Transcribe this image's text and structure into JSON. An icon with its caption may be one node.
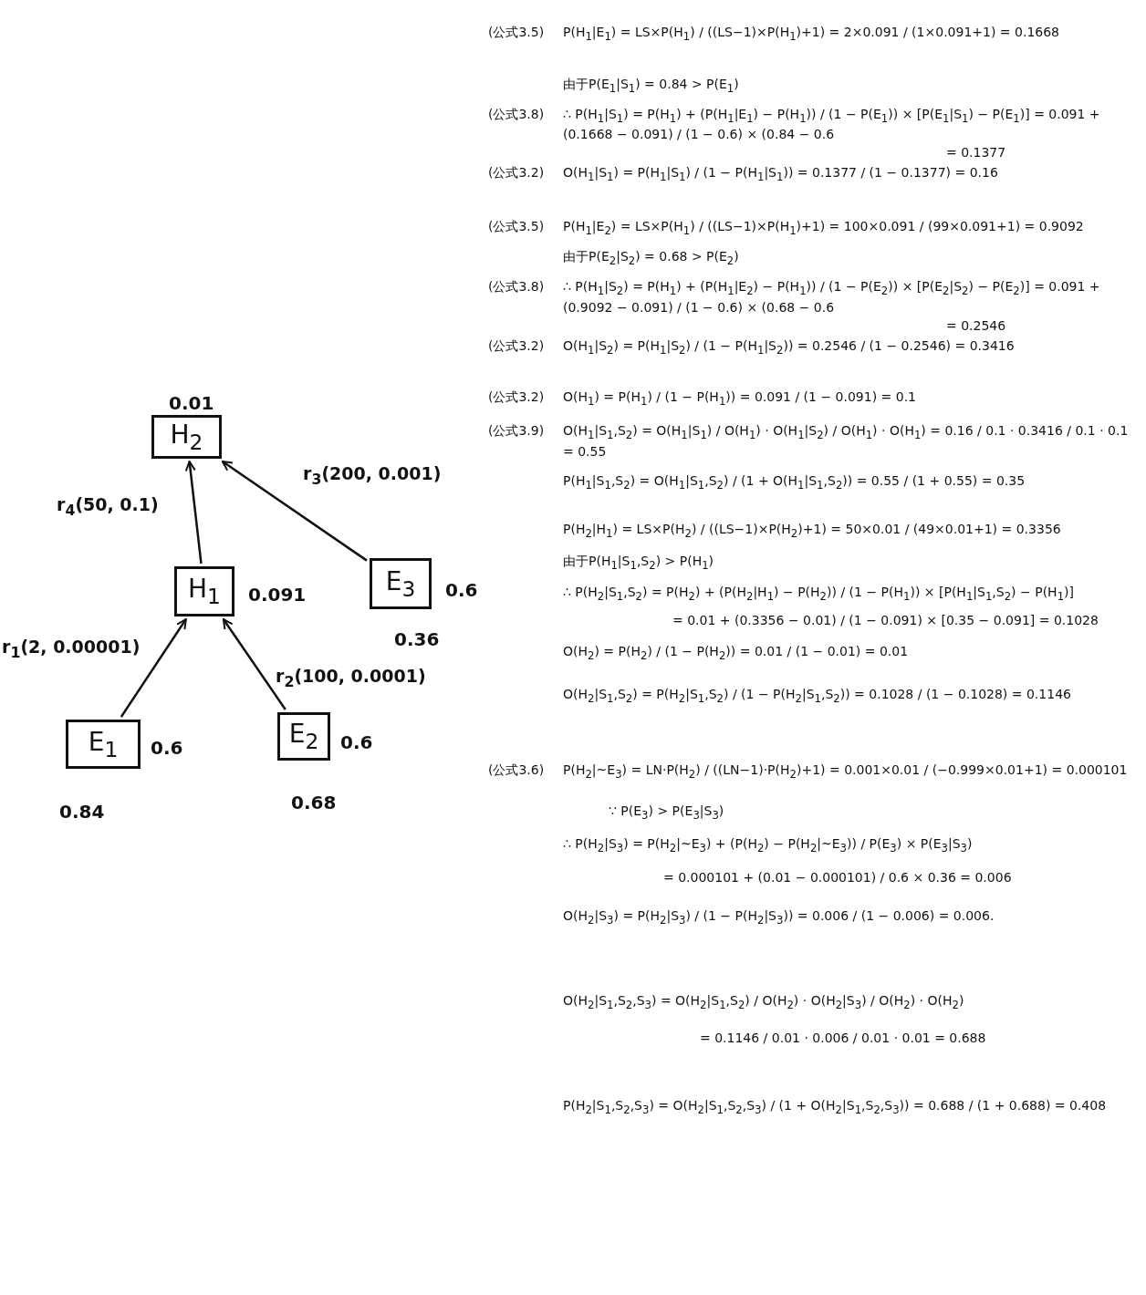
{
  "diagram": {
    "nodes": [
      {
        "text": [
          "H$_{2}$"
        ],
        "beside": [
          "0.01"
        ]
      },
      {
        "text": [
          "H$_{1}$"
        ],
        "beside": [
          "0.091"
        ]
      },
      {
        "text": [
          "E$_{3}$"
        ],
        "beside": [
          "0.6",
          "0.36"
        ]
      },
      {
        "text": [
          "E$_{1}$"
        ],
        "beside": [
          "0.6",
          "0.84"
        ]
      },
      {
        "text": [
          "E$_{2}$"
        ],
        "beside": [
          "0.6",
          "0.68"
        ]
      }
    ],
    "edges": [
      {
        "from": 1,
        "to": 0,
        "arrow": "to",
        "label": "r$_{4}$(50, 0.1)"
      },
      {
        "from": 2,
        "to": 0,
        "arrow": "to",
        "label": "r$_{3}$(200, 0.001)"
      },
      {
        "from": 3,
        "to": 1,
        "arrow": "to",
        "label": "r$_{1}$(2, 0.00001)"
      },
      {
        "from": 4,
        "to": 1,
        "arrow": "to",
        "label": "r$_{2}$(100, 0.0001)"
      }
    ],
    "labels": [
      "(公式3.5)",
      "P(H$_{1}$|E$_{1}$) = LS×P(H$_{1}$) / ((LS−1)×P(H$_{1}$)+1) = 2×0.091 / (1×0.091+1) = 0.1668",
      "由于P(E$_{1}$|S$_{1}$) = 0.84 > P(E$_{1}$)",
      "(公式3.8)",
      "∴ P(H$_{1}$|S$_{1}$) = P(H$_{1}$) + (P(H$_{1}$|E$_{1}$) − P(H$_{1}$)) / (1 − P(E$_{1}$)) × [P(E$_{1}$|S$_{1}$) − P(E$_{1}$)] = 0.091 + (0.1668 − 0.091) / (1 − 0.6) × (0.84 − 0.6",
      "= 0.1377",
      "(公式3.2)",
      "O(H$_{1}$|S$_{1}$) = P(H$_{1}$|S$_{1}$) / (1 − P(H$_{1}$|S$_{1}$)) = 0.1377 / (1 − 0.1377) = 0.16",
      "(公式3.5)",
      "P(H$_{1}$|E$_{2}$) = LS×P(H$_{1}$) / ((LS−1)×P(H$_{1}$)+1) = 100×0.091 / (99×0.091+1) = 0.9092",
      "由于P(E$_{2}$|S$_{2}$) = 0.68 > P(E$_{2}$)",
      "(公式3.8)",
      "∴ P(H$_{1}$|S$_{2}$) = P(H$_{1}$) + (P(H$_{1}$|E$_{2}$) − P(H$_{1}$)) / (1 − P(E$_{2}$)) × [P(E$_{2}$|S$_{2}$) − P(E$_{2}$)] = 0.091 + (0.9092 − 0.091) / (1 − 0.6) × (0.68 − 0.6",
      "= 0.2546",
      "(公式3.2)",
      "O(H$_{1}$|S$_{2}$) = P(H$_{1}$|S$_{2}$) / (1 − P(H$_{1}$|S$_{2}$)) = 0.2546 / (1 − 0.2546) = 0.3416",
      "(公式3.2)",
      "O(H$_{1}$) = P(H$_{1}$) / (1 − P(H$_{1}$)) = 0.091 / (1 − 0.091) = 0.1",
      "(公式3.9)",
      "O(H$_{1}$|S$_{1}$,S$_{2}$) = O(H$_{1}$|S$_{1}$) / O(H$_{1}$) · O(H$_{1}$|S$_{2}$) / O(H$_{1}$) · O(H$_{1}$) = 0.16 / 0.1 · 0.3416 / 0.1 · 0.1 = 0.55",
      "P(H$_{1}$|S$_{1}$,S$_{2}$) = O(H$_{1}$|S$_{1}$,S$_{2}$) / (1 + O(H$_{1}$|S$_{1}$,S$_{2}$)) = 0.55 / (1 + 0.55) = 0.35",
      "P(H$_{2}$|H$_{1}$) = LS×P(H$_{2}$) / ((LS−1)×P(H$_{2}$)+1) = 50×0.01 / (49×0.01+1) = 0.3356",
      "由于P(H$_{1}$|S$_{1}$,S$_{2}$) > P(H$_{1}$)",
      "∴ P(H$_{2}$|S$_{1}$,S$_{2}$) = P(H$_{2}$) + (P(H$_{2}$|H$_{1}$) − P(H$_{2}$)) / (1 − P(H$_{1}$)) × [P(H$_{1}$|S$_{1}$,S$_{2}$) − P(H$_{1}$)]",
      "= 0.01 + (0.3356 − 0.01) / (1 − 0.091) × [0.35 − 0.091] = 0.1028",
      "O(H$_{2}$) = P(H$_{2}$) / (1 − P(H$_{2}$)) = 0.01 / (1 − 0.01) = 0.01",
      "O(H$_{2}$|S$_{1}$,S$_{2}$) = P(H$_{2}$|S$_{1}$,S$_{2}$) / (1 − P(H$_{2}$|S$_{1}$,S$_{2}$)) = 0.1028 / (1 − 0.1028) = 0.1146",
      "(公式3.6)",
      "P(H$_{2}$|~E$_{3}$) = LN·P(H$_{2}$) / ((LN−1)·P(H$_{2}$)+1) = 0.001×0.01 / (−0.999×0.01+1) = 0.000101",
      "∵ P(E$_{3}$) > P(E$_{3}$|S$_{3}$)",
      "∴ P(H$_{2}$|S$_{3}$) = P(H$_{2}$|~E$_{3}$) + (P(H$_{2}$) − P(H$_{2}$|~E$_{3}$)) / P(E$_{3}$) × P(E$_{3}$|S$_{3}$)",
      "= 0.000101 + (0.01 − 0.000101) / 0.6 × 0.36 = 0.006",
      "O(H$_{2}$|S$_{3}$) = P(H$_{2}$|S$_{3}$) / (1 − P(H$_{2}$|S$_{3}$)) = 0.006 / (1 − 0.006) = 0.006.",
      "O(H$_{2}$|S$_{1}$,S$_{2}$,S$_{3}$) = O(H$_{2}$|S$_{1}$,S$_{2}$) / O(H$_{2}$) · O(H$_{2}$|S$_{3}$) / O(H$_{2}$) · O(H$_{2}$)",
      "= 0.1146 / 0.01 · 0.006 / 0.01 · 0.01 = 0.688",
      "P(H$_{2}$|S$_{1}$,S$_{2}$,S$_{3}$) = O(H$_{2}$|S$_{1}$,S$_{2}$,S$_{3}$) / (1 + O(H$_{2}$|S$_{1}$,S$_{2}$,S$_{3}$)) = 0.688 / (1 + 0.688) = 0.408"
    ]
  }
}
